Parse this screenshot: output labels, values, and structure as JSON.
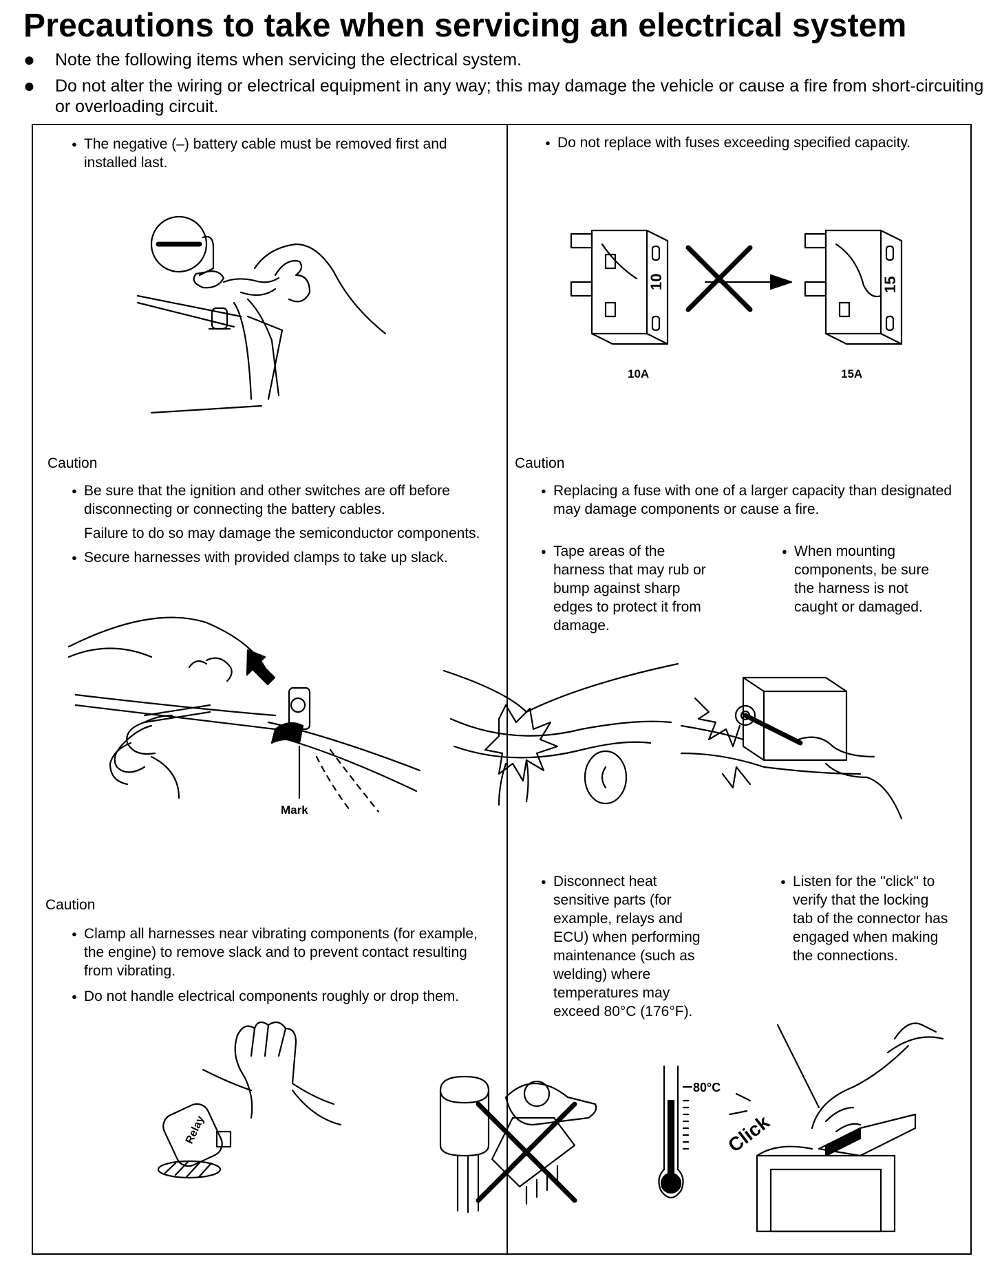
{
  "title": "Precautions to take when servicing an electrical system",
  "intro": [
    "Note the following items when servicing the electrical system.",
    "Do not alter the wiring or electrical equipment in any way; this may damage the vehicle or cause a fire from short-circuiting or overloading circuit."
  ],
  "bullet_glyph": "●",
  "left": {
    "battery_note": "The negative (–) battery cable must be removed first and installed last.",
    "caution1_label": "Caution",
    "caution1_b1": "Be sure that the ignition and other switches are off before disconnecting or connecting the battery cables.",
    "caution1_b1_cont": "Failure to do so may damage the semiconductor components.",
    "caution1_b2": "Secure harnesses with provided clamps to take up slack.",
    "mark_label": "Mark",
    "caution2_label": "Caution",
    "caution2_b1": "Clamp all harnesses near vibrating components (for example, the engine) to remove slack and to prevent contact resulting from vibrating.",
    "caution2_b2": "Do not handle electrical components roughly or drop them.",
    "relay_label": "Relay"
  },
  "right": {
    "fuse_note": "Do not replace with fuses exceeding specified capacity.",
    "fuse_10_value": "10",
    "fuse_15_value": "15",
    "fuse_10_label": "10A",
    "fuse_15_label": "15A",
    "caution_label": "Caution",
    "caution_b1": "Replacing a fuse with one of a larger capacity than designated may damage components or cause a fire.",
    "tape_note": "Tape areas of the harness that may rub or bump against sharp edges to protect it from damage.",
    "mounting_note": "When mounting components, be sure the harness is not caught or damaged.",
    "heat_note": "Disconnect heat sensitive parts (for example, relays and ECU) when performing maintenance (such as welding) where temperatures may exceed 80°C (176°F).",
    "click_note": "Listen for the \"click\" to verify that the locking tab of the connector has engaged when making the connections.",
    "thermo_label": "80°C",
    "click_label": "Click"
  }
}
